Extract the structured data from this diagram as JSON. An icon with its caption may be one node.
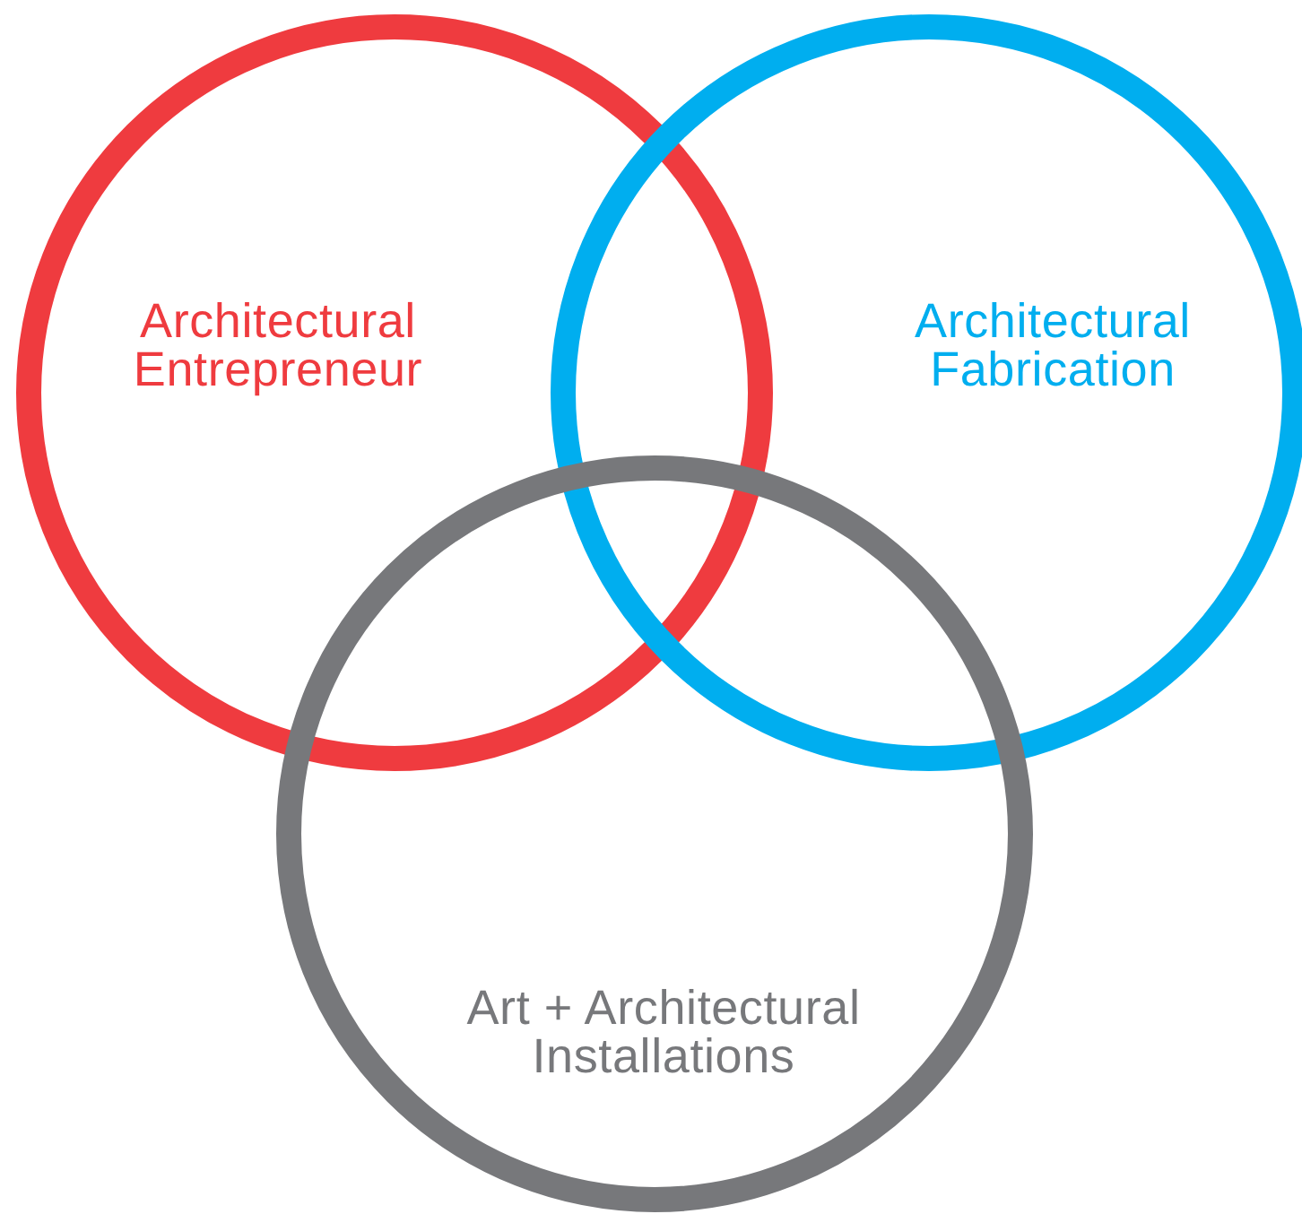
{
  "diagram": {
    "nodes": [
      {
        "text": [
          "Architectural Entrepreneur"
        ]
      },
      {
        "text": [
          "Architectural Fabrication"
        ]
      },
      {
        "text": [
          "Art + Architectural Installations"
        ]
      }
    ]
  }
}
